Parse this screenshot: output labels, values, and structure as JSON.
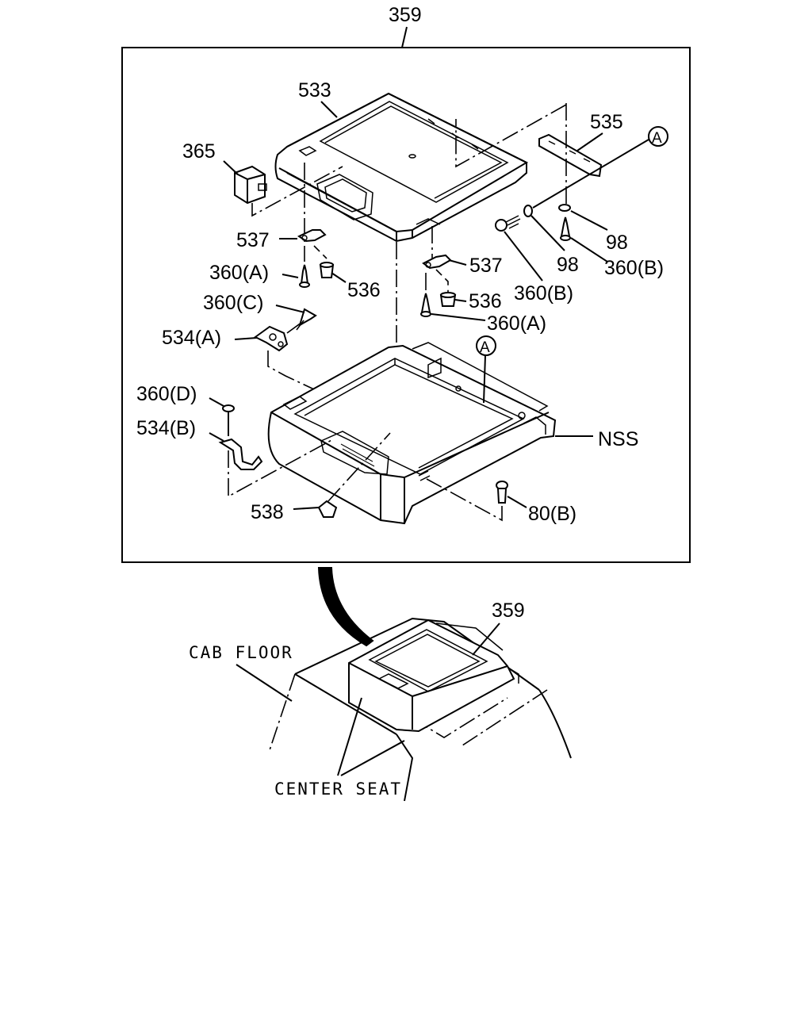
{
  "diagram": {
    "assembly_label": "359",
    "callouts": {
      "p533": "533",
      "p535": "535",
      "p365": "365",
      "p537a": "537",
      "p537b": "537",
      "p360a_left": "360(A)",
      "p360a_right": "360(A)",
      "p360b_left": "360(B)",
      "p360b_right": "360(B)",
      "p360c": "360(C)",
      "p360d": "360(D)",
      "p536a": "536",
      "p536b": "536",
      "p98a": "98",
      "p98b": "98",
      "p534a": "534(A)",
      "p534b": "534(B)",
      "p538": "538",
      "p80b": "80(B)",
      "nss": "NSS",
      "ref_a_top": "A",
      "ref_a_body": "A"
    },
    "location_view": {
      "assembly_label": "359",
      "cab_floor": "CAB FLOOR",
      "center_seat": "CENTER SEAT"
    }
  }
}
